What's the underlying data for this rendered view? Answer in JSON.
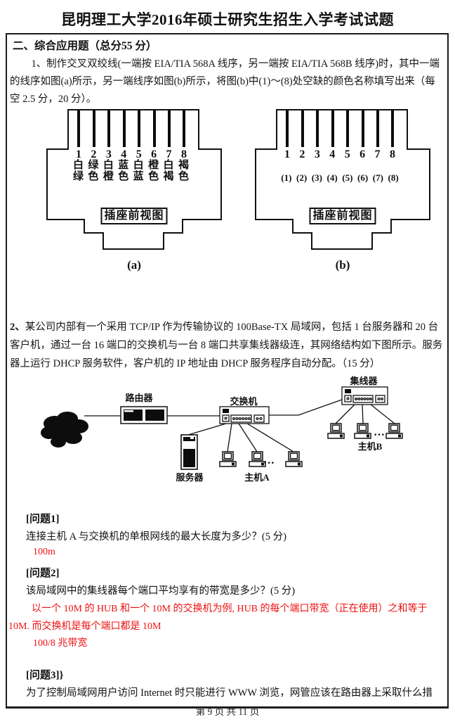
{
  "page": {
    "title": "昆明理工大学2016年硕士研究生招生入学考试试题",
    "footer": "第 9 页 共 11 页"
  },
  "section": {
    "heading": "二、综合应用题（总分55 分）"
  },
  "q1": {
    "text": "1、制作交叉双绞线(一端按 EIA/TIA 568A 线序，另一端按 EIA/TIA 568B 线序)时，其中一端的线序如图(a)所示，另一端线序如图(b)所示，将图(b)中(1)～(8)处空缺的颜色名称填写出来（每空 2.5 分，20 分）。"
  },
  "jack_a": {
    "pins": [
      "1",
      "2",
      "3",
      "4",
      "5",
      "6",
      "7",
      "8"
    ],
    "colors": [
      "白绿",
      "绿色",
      "白橙",
      "蓝色",
      "白蓝",
      "橙色",
      "白褐",
      "褐色"
    ],
    "view_label": "插座前视图",
    "caption": "(a)"
  },
  "jack_b": {
    "pins": [
      "1",
      "2",
      "3",
      "4",
      "5",
      "6",
      "7",
      "8"
    ],
    "blanks": [
      "(1)",
      "(2)",
      "(3)",
      "(4)",
      "(5)",
      "(6)",
      "(7)",
      "(8)"
    ],
    "view_label": "插座前视图",
    "caption": "(b)"
  },
  "q2": {
    "num": "2、",
    "text": "某公司内部有一个采用 TCP/IP 作为传输协议的 100Base-TX 局域网，包括 1 台服务器和 20 台客户机，通过一台 16 端口的交换机与一台 8 端口共享集线器级连，其网络结构如下图所示。服务器上运行 DHCP 服务软件，客户机的 IP 地址由 DHCP 服务程序自动分配。（15 分）"
  },
  "network": {
    "labels": {
      "router": "路由器",
      "switch": "交换机",
      "hub": "集线器",
      "server": "服务器",
      "hostA": "主机A",
      "hostB": "主机B"
    },
    "dots": "···"
  },
  "problems": [
    {
      "heading": "[问题1]",
      "question": "连接主机 A 与交换机的单根网线的最大长度为多少？(5 分)",
      "answers": [
        "100m"
      ]
    },
    {
      "heading": "[问题2]",
      "question": "该局域网中的集线器每个端口平均享有的带宽是多少？(5 分)",
      "answers": [
        "以一个 10M 的 HUB 和一个 10M 的交换机为例, HUB 的每个端口带宽（正在使用）之和等于 10M. 而交换机是每个端口都是 10M",
        "100/8 兆带宽"
      ]
    },
    {
      "heading": "[问题3]}",
      "question": "为了控制局域网用户访问 Internet 时只能进行 WWW 浏览，网管应该在路由器上采取什么措"
    }
  ],
  "colors": {
    "answer_red": "#ee1111",
    "ink": "#111111"
  }
}
